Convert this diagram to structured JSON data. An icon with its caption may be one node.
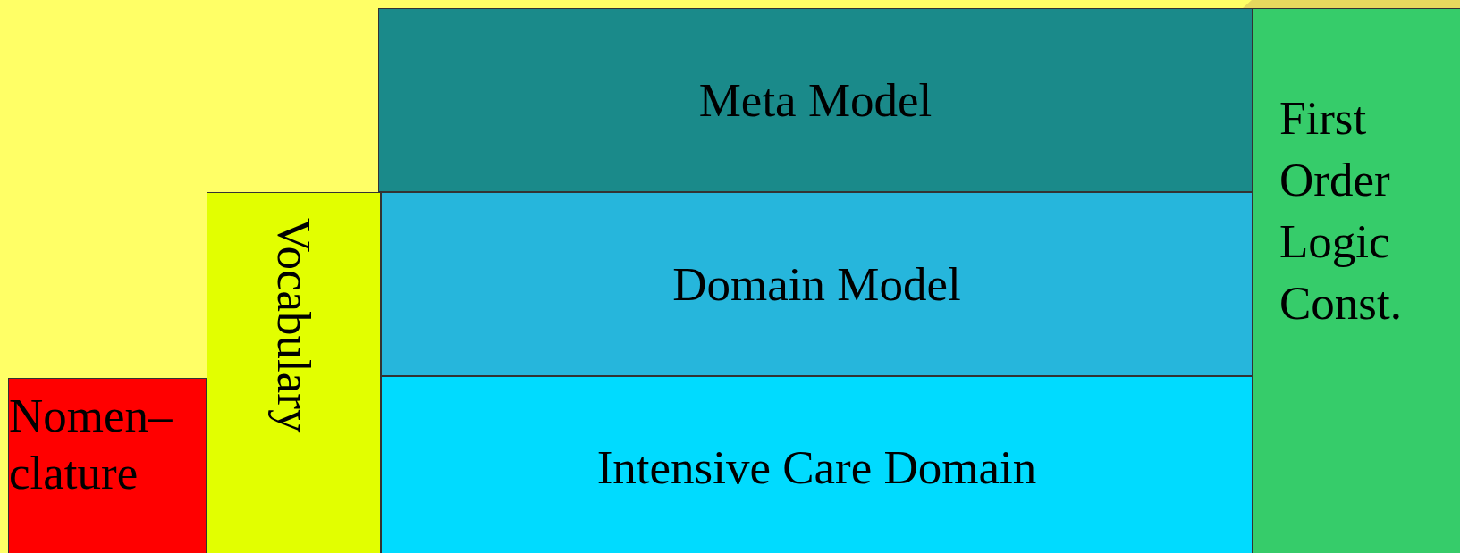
{
  "diagram": {
    "nodes": [
      {
        "text": [
          "Meta Model"
        ]
      },
      {
        "text": [
          "First Order Logic Const."
        ]
      },
      {
        "text": [
          "Vocabulary"
        ]
      },
      {
        "text": [
          "Domain Model"
        ]
      },
      {
        "text": [
          "Nomen– clature"
        ]
      },
      {
        "text": [
          "Intensive Care Domain"
        ]
      }
    ]
  }
}
